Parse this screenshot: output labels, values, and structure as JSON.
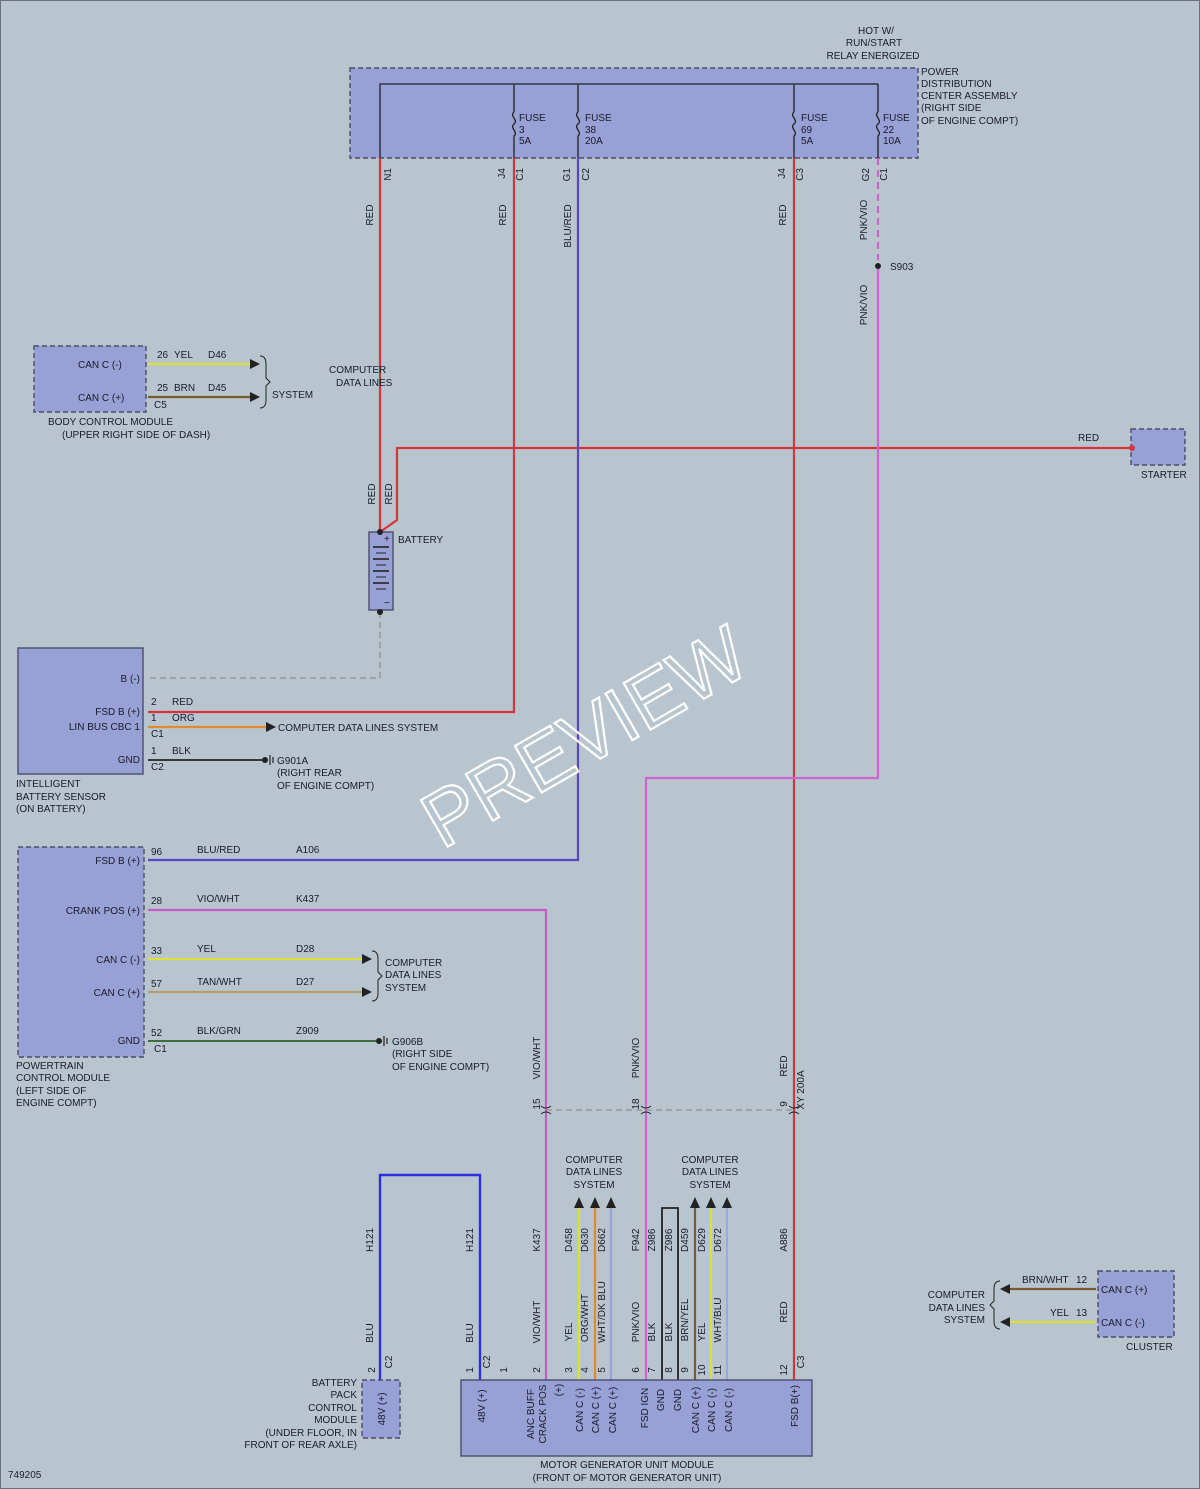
{
  "pdc": {
    "hot_line1": "HOT W/",
    "hot_line2": "RUN/START",
    "hot_line3": "RELAY ENERGIZED",
    "title_line1": "POWER",
    "title_line2": "DISTRIBUTION",
    "title_line3": "CENTER ASSEMBLY",
    "title_line4": "(RIGHT SIDE",
    "title_line5": "OF ENGINE COMPT)",
    "fuses": [
      {
        "label": "FUSE",
        "number": "3",
        "rating": "5A"
      },
      {
        "label": "FUSE",
        "number": "38",
        "rating": "20A"
      },
      {
        "label": "FUSE",
        "number": "69",
        "rating": "5A"
      },
      {
        "label": "FUSE",
        "number": "22",
        "rating": "10A"
      }
    ],
    "pins": [
      "N1",
      "J4",
      "C1",
      "G1",
      "C2",
      "J4",
      "C3",
      "G2",
      "C1"
    ]
  },
  "wires": {
    "red": "RED",
    "blu_red": "BLU/RED",
    "pnk_vio": "PNK/VIO",
    "splice": "S903",
    "starter_red": "RED",
    "battery_red1": "RED",
    "battery_red2": "RED"
  },
  "bcm": {
    "pin1_label": "CAN C (-)",
    "pin2_label": "CAN C (+)",
    "pin1_num": "26",
    "pin1_color": "YEL",
    "pin1_circuit": "D46",
    "pin2_num": "25",
    "pin2_color": "BRN",
    "pin2_circuit": "D45",
    "connector": "C5",
    "system": "SYSTEM",
    "computer_line1": "COMPUTER",
    "computer_line2": "DATA LINES",
    "name_line1": "BODY CONTROL MODULE",
    "name_line2": "(UPPER RIGHT SIDE OF DASH)"
  },
  "starter": {
    "name": "STARTER"
  },
  "battery": {
    "name": "BATTERY"
  },
  "ibs": {
    "pin_b_neg": "B (-)",
    "pin_fsd": "FSD B (+)",
    "pin_lin": "LIN BUS CBC 1",
    "pin_gnd": "GND",
    "fsd_num": "2",
    "fsd_color": "RED",
    "lin_num": "1",
    "lin_color": "ORG",
    "conn1": "C1",
    "lin_dest": "COMPUTER DATA LINES SYSTEM",
    "gnd_num": "1",
    "gnd_color": "BLK",
    "conn2": "C2",
    "ground_line1": "G901A",
    "ground_line2": "(RIGHT REAR",
    "ground_line3": "OF ENGINE COMPT)",
    "name_line1": "INTELLIGENT",
    "name_line2": "BATTERY SENSOR",
    "name_line3": "(ON BATTERY)"
  },
  "pcm": {
    "pin_fsd": "FSD B (+)",
    "pin_crank": "CRANK POS (+)",
    "pin_can_neg": "CAN C (-)",
    "pin_can_pos": "CAN C (+)",
    "pin_gnd": "GND",
    "fsd_num": "96",
    "fsd_color": "BLU/RED",
    "fsd_circuit": "A106",
    "crank_num": "28",
    "crank_color": "VIO/WHT",
    "crank_circuit": "K437",
    "canneg_num": "33",
    "canneg_color": "YEL",
    "canneg_circuit": "D28",
    "canpos_num": "57",
    "canpos_color": "TAN/WHT",
    "canpos_circuit": "D27",
    "gnd_num": "52",
    "gnd_color": "BLK/GRN",
    "gnd_circuit": "Z909",
    "conn": "C1",
    "cdl_line1": "COMPUTER",
    "cdl_line2": "DATA LINES",
    "cdl_line3": "SYSTEM",
    "ground_line1": "G906B",
    "ground_line2": "(RIGHT SIDE",
    "ground_line3": "OF ENGINE COMPT)",
    "name_line1": "POWERTRAIN",
    "name_line2": "CONTROL MODULE",
    "name_line3": "(LEFT SIDE OF",
    "name_line4": "ENGINE COMPT)"
  },
  "inline": {
    "vio_wht": "VIO/WHT",
    "pnk_vio": "PNK/VIO",
    "red": "RED",
    "pin15": "15",
    "pin18": "18",
    "pin9": "9",
    "connector": "XY 200A"
  },
  "cdl_groups": {
    "line1": "COMPUTER",
    "line2": "DATA LINES",
    "line3": "SYSTEM"
  },
  "mgu_wires": {
    "h121_a": "H121",
    "h121_b": "H121",
    "blu_a": "BLU",
    "blu_b": "BLU",
    "circuits": [
      "K437",
      "D458",
      "D630",
      "D662",
      "F942",
      "Z986",
      "Z986",
      "D459",
      "D629",
      "D672",
      "A886"
    ],
    "colors": [
      "VIO/WHT",
      "YEL",
      "ORG/WHT",
      "WHT/DK BLU",
      "PNK/VIO",
      "BLK",
      "BLK",
      "BRN/YEL",
      "YEL",
      "WHT/BLU",
      "RED"
    ]
  },
  "bpcm": {
    "pin_num": "2",
    "conn": "C2",
    "pin_label": "48V (+)",
    "name_line1": "BATTERY",
    "name_line2": "PACK",
    "name_line3": "CONTROL",
    "name_line4": "MODULE",
    "name_line5": "(UNDER FLOOR, IN",
    "name_line6": "FRONT OF REAR AXLE)"
  },
  "mgu": {
    "pin_nums": [
      "1",
      "1",
      "2",
      "3",
      "4",
      "5",
      "6",
      "7",
      "8",
      "9",
      "10",
      "11",
      "12"
    ],
    "conn_c2": "C2",
    "conn_c3": "C3",
    "pins": [
      "48V (+)",
      "ANC BUFF",
      "CRACK POS",
      "(+)",
      "CAN C (-)",
      "CAN C (+)",
      "CAN C (+)",
      "FSD IGN",
      "GND",
      "GND",
      "CAN C (+)",
      "CAN C (-)",
      "CAN C (-)",
      "FSD B(+)"
    ],
    "name_line1": "MOTOR GENERATOR UNIT MODULE",
    "name_line2": "(FRONT OF MOTOR GENERATOR UNIT)"
  },
  "cluster": {
    "pin1_color": "BRN/WHT",
    "pin1_num": "12",
    "pin1_label": "CAN C (+)",
    "pin2_color": "YEL",
    "pin2_num": "13",
    "pin2_label": "CAN C (-)",
    "name": "CLUSTER",
    "cdl_line1": "COMPUTER",
    "cdl_line2": "DATA LINES",
    "cdl_line3": "SYSTEM"
  },
  "watermark": "PREVIEW",
  "diagram_id": "749205",
  "wire_colors": {
    "red": "#d8323c",
    "blu_red": "#5a44c8",
    "pnk_vio": "#cc66cc",
    "vio_wht": "#c85ac8",
    "yel": "#dde03a",
    "brn": "#7a5a2a",
    "org": "#e28a2a",
    "blk": "#222222",
    "blk_grn": "#3d6e3d",
    "tan_wht": "#b59c6a",
    "blu": "#2a30e0",
    "wht_blu": "#9aa6ee",
    "wht_dkblu": "#9aa0d8",
    "gray": "#909090"
  }
}
